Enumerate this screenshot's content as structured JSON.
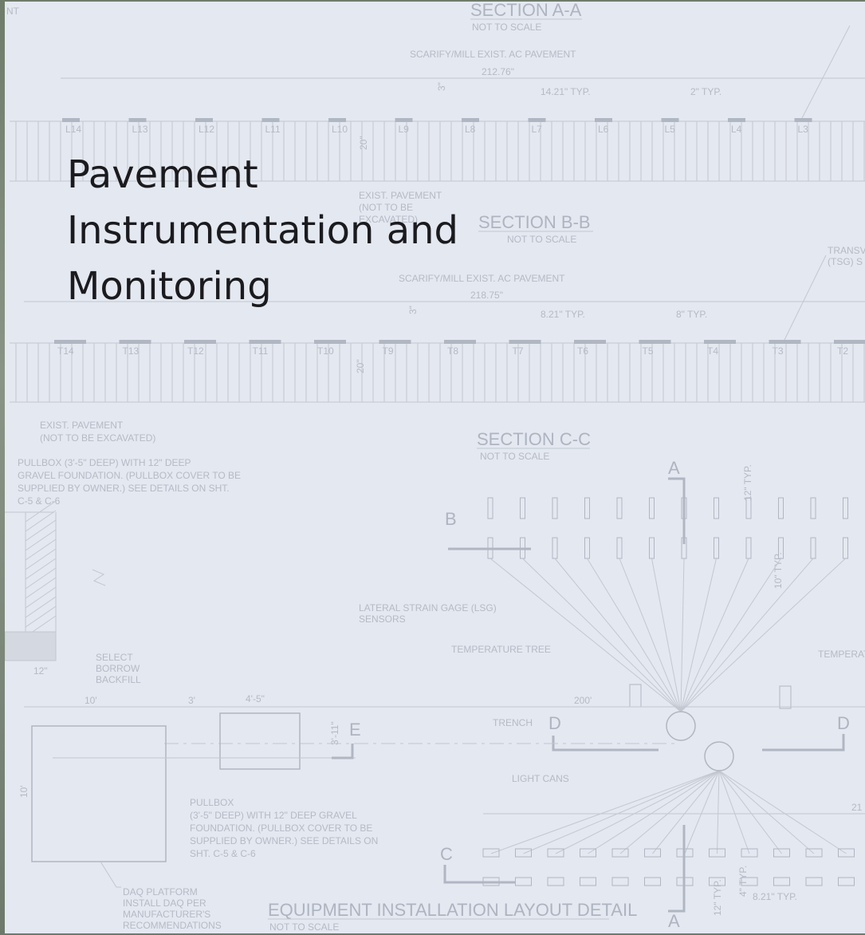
{
  "title_lines": [
    "Pavement",
    "Instrumentation and",
    "Monitoring"
  ],
  "drawing": {
    "corner_label": "NT",
    "section_a": {
      "title": "SECTION A-A",
      "scale_note": "NOT TO SCALE",
      "mill_note": "SCARIFY/MILL EXIST. AC PAVEMENT",
      "overall_dim": "212.76\"",
      "typ_dim_1": "14.21\" TYP.",
      "typ_dim_2": "2\" TYP.",
      "depth_dim": "20\"",
      "small_dim": "3\"",
      "gauges": [
        "L14",
        "L13",
        "L12",
        "L11",
        "L10",
        "L9",
        "L8",
        "L7",
        "L6",
        "L5",
        "L4",
        "L3"
      ],
      "exist_pavement_note": [
        "EXIST. PAVEMENT",
        "(NOT TO BE",
        "EXCAVATED)"
      ]
    },
    "section_b": {
      "title": "SECTION B-B",
      "scale_note": "NOT TO SCALE",
      "mill_note": "SCARIFY/MILL EXIST. AC PAVEMENT",
      "overall_dim": "218.75\"",
      "typ_dim_1": "8.21\" TYP.",
      "typ_dim_2": "8\" TYP.",
      "depth_dim": "20\"",
      "small_dim": "3\"",
      "gauges": [
        "T14",
        "T13",
        "T12",
        "T11",
        "T10",
        "T9",
        "T8",
        "T7",
        "T6",
        "T5",
        "T4",
        "T3",
        "T2"
      ],
      "transverse_note": [
        "TRANSV",
        "(TSG) S"
      ],
      "exist_pavement_note": [
        "EXIST. PAVEMENT",
        "(NOT TO BE EXCAVATED)"
      ]
    },
    "section_c": {
      "title": "SECTION C-C",
      "scale_note": "NOT TO SCALE",
      "pullbox_note": [
        "PULLBOX (3'-5\" DEEP) WITH 12\" DEEP",
        "GRAVEL FOUNDATION. (PULLBOX COVER TO BE",
        "SUPPLIED BY OWNER.) SEE DETAILS ON SHT.",
        "C-5 & C-6"
      ],
      "backfill_note": [
        "SELECT",
        "BORROW",
        "BACKFILL"
      ],
      "backfill_dim": "12\"",
      "lsg_note": [
        "LATERAL STRAIN GAGE (LSG)",
        "SENSORS"
      ],
      "temp_tree": "TEMPERATURE TREE",
      "temp_tree_right": "TEMPERAT",
      "typ_12": "12\" TYP.",
      "typ_10": "10\" TYP.",
      "marker_a": "A",
      "marker_b": "B",
      "marker_c": "C",
      "marker_d": "D",
      "marker_e": "E",
      "dim_200": "200'",
      "trench": "TRENCH",
      "light_cans": "LIGHT CANS",
      "dim_10": "10'",
      "dim_3": "3'",
      "dim_4_5": "4'-5\"",
      "dim_3_11": "3'-11\"",
      "dim_10_v": "10'",
      "pullbox_small": [
        "PULLBOX",
        "(3'-5\" DEEP) WITH 12\" DEEP GRAVEL",
        "FOUNDATION. (PULLBOX COVER TO BE",
        "SUPPLIED BY OWNER.) SEE DETAILS ON",
        "SHT. C-5 & C-6"
      ],
      "daq_note": [
        "DAQ PLATFORM",
        "INSTALL DAQ PER",
        "MANUFACTURER'S",
        "RECOMMENDATIONS"
      ],
      "layout_title": "EQUIPMENT INSTALLATION LAYOUT DETAIL",
      "layout_scale": "NOT TO SCALE",
      "typ_12_b": "12\" TYP.",
      "typ_4_b": "4\" TYP.",
      "typ_821_b": "8.21\" TYP.",
      "dim_21": "21"
    }
  }
}
